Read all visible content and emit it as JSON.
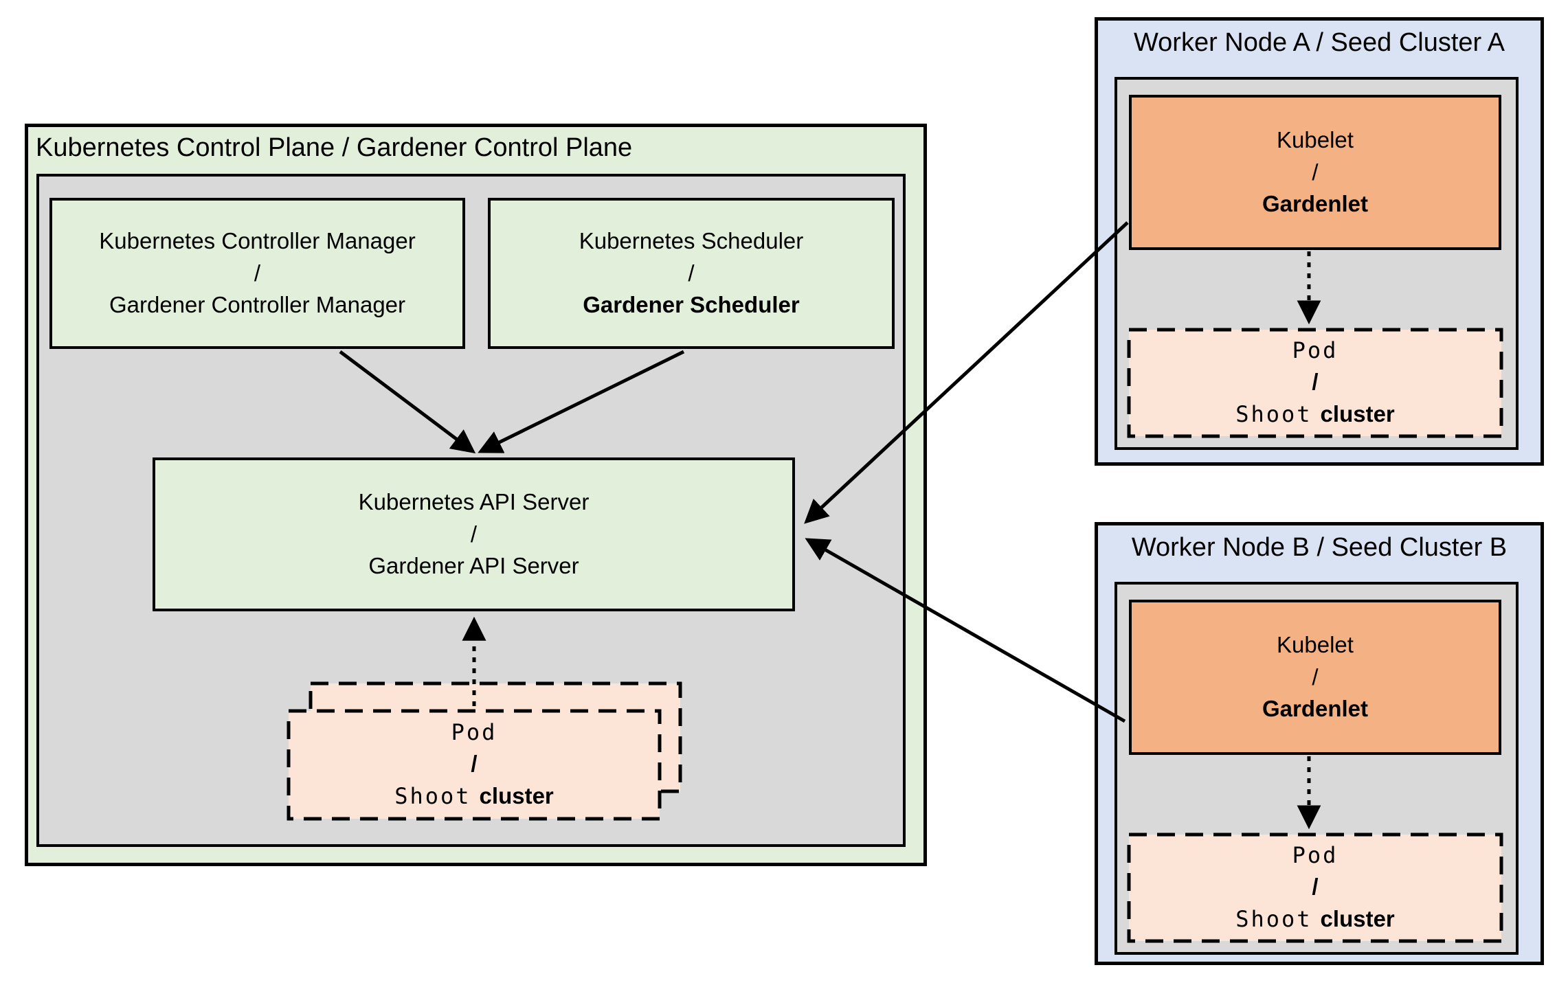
{
  "colors": {
    "green": "#e2efda",
    "gray": "#d9d9d9",
    "blue": "#dae3f3",
    "orange": "#f4b183",
    "peach": "#fce4d6",
    "line": "#000000"
  },
  "control_plane": {
    "title": "Kubernetes Control Plane / Gardener Control Plane",
    "controller_manager": {
      "line1": "Kubernetes Controller Manager",
      "separator": "/",
      "line2": "Gardener Controller Manager"
    },
    "scheduler": {
      "line1": "Kubernetes Scheduler",
      "separator": "/",
      "line2": "Gardener Scheduler"
    },
    "api_server": {
      "line1": "Kubernetes API Server",
      "separator": "/",
      "line2": "Gardener API Server"
    },
    "pod_stack": {
      "line1": "Pod",
      "separator": "/",
      "line2_mono": "Shoot",
      "line2_bold": "cluster"
    }
  },
  "worker_node_a": {
    "title": "Worker Node A / Seed Cluster A",
    "kubelet": {
      "line1": "Kubelet",
      "separator": "/",
      "line2": "Gardenlet"
    },
    "pod": {
      "line1": "Pod",
      "separator": "/",
      "line2_mono": "Shoot",
      "line2_bold": "cluster"
    }
  },
  "worker_node_b": {
    "title": "Worker Node B / Seed Cluster B",
    "kubelet": {
      "line1": "Kubelet",
      "separator": "/",
      "line2": "Gardenlet"
    },
    "pod": {
      "line1": "Pod",
      "separator": "/",
      "line2_mono": "Shoot",
      "line2_bold": "cluster"
    }
  }
}
